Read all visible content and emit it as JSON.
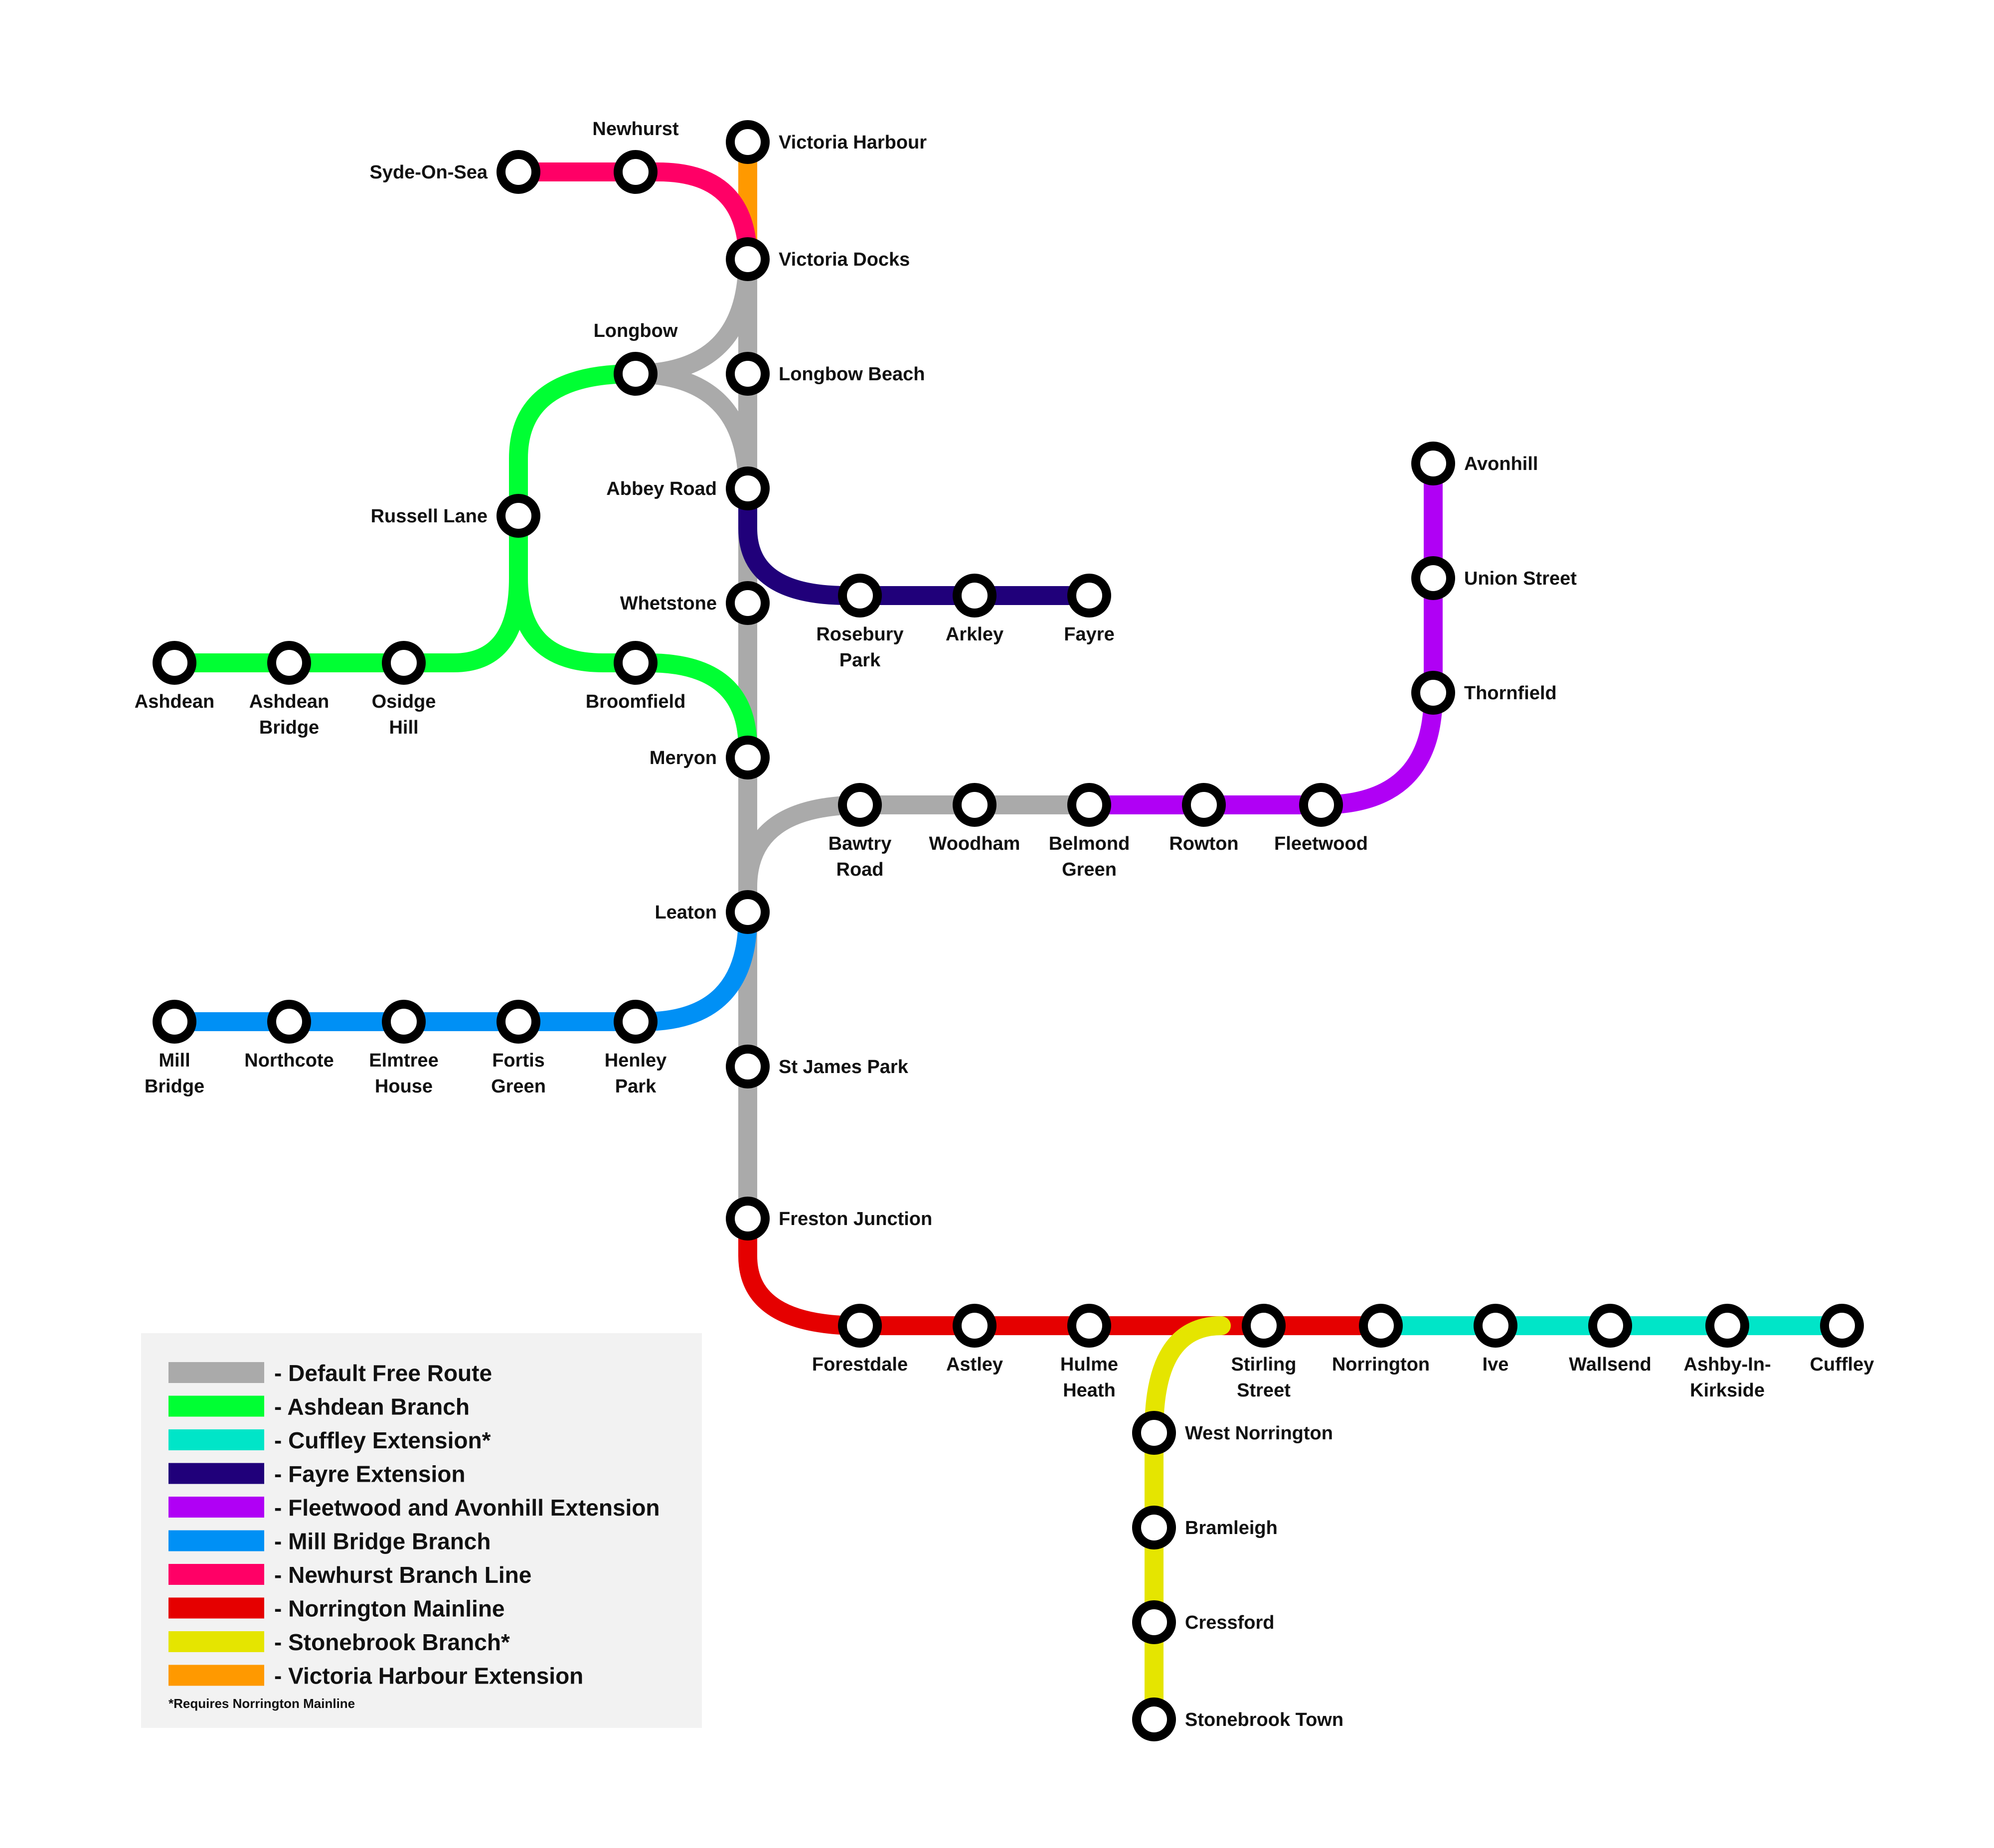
{
  "lines": [
    {
      "id": "default",
      "name": "- Default Free Route",
      "color": "#aaaaaa"
    },
    {
      "id": "ashdean",
      "name": "- Ashdean Branch",
      "color": "#00ff33"
    },
    {
      "id": "cuffley",
      "name": "- Cuffley Extension*",
      "color": "#00e5c8"
    },
    {
      "id": "fayre",
      "name": "- Fayre Extension",
      "color": "#20007a"
    },
    {
      "id": "fleetwood",
      "name": "- Fleetwood and Avonhill Extension",
      "color": "#b000f5"
    },
    {
      "id": "millbridge",
      "name": "- Mill Bridge Branch",
      "color": "#0090f5"
    },
    {
      "id": "newhurst",
      "name": "- Newhurst Branch Line",
      "color": "#ff0066"
    },
    {
      "id": "norrington",
      "name": "- Norrington Mainline",
      "color": "#e50000"
    },
    {
      "id": "stonebrook",
      "name": "- Stonebrook Branch*",
      "color": "#e5e500"
    },
    {
      "id": "victoria",
      "name": "- Victoria Harbour Extension",
      "color": "#ff9900"
    }
  ],
  "legend_note": "*Requires Norrington Mainline",
  "stations": {
    "syde_on_sea": [
      "Syde-On-Sea"
    ],
    "newhurst": [
      "Newhurst"
    ],
    "victoria_harbour": [
      "Victoria Harbour"
    ],
    "victoria_docks": [
      "Victoria Docks"
    ],
    "longbow": [
      "Longbow"
    ],
    "longbow_beach": [
      "Longbow Beach"
    ],
    "russell_lane": [
      "Russell Lane"
    ],
    "abbey_road": [
      "Abbey Road"
    ],
    "whetstone": [
      "Whetstone"
    ],
    "rosebury_park": [
      "Rosebury",
      "Park"
    ],
    "arkley": [
      "Arkley"
    ],
    "fayre": [
      "Fayre"
    ],
    "avonhill": [
      "Avonhill"
    ],
    "union_street": [
      "Union Street"
    ],
    "thornfield": [
      "Thornfield"
    ],
    "ashdean": [
      "Ashdean"
    ],
    "ashdean_bridge": [
      "Ashdean",
      "Bridge"
    ],
    "osidge_hill": [
      "Osidge",
      "Hill"
    ],
    "broomfield": [
      "Broomfield"
    ],
    "meryon": [
      "Meryon"
    ],
    "bawtry_road": [
      "Bawtry",
      "Road"
    ],
    "woodham": [
      "Woodham"
    ],
    "belmond_green": [
      "Belmond",
      "Green"
    ],
    "rowton": [
      "Rowton"
    ],
    "fleetwood": [
      "Fleetwood"
    ],
    "leaton": [
      "Leaton"
    ],
    "mill_bridge": [
      "Mill",
      "Bridge"
    ],
    "northcote": [
      "Northcote"
    ],
    "elmtree_house": [
      "Elmtree",
      "House"
    ],
    "fortis_green": [
      "Fortis",
      "Green"
    ],
    "henley_park": [
      "Henley",
      "Park"
    ],
    "st_james_park": [
      "St James Park"
    ],
    "freston_junction": [
      "Freston Junction"
    ],
    "forestdale": [
      "Forestdale"
    ],
    "astley": [
      "Astley"
    ],
    "hulme_heath": [
      "Hulme",
      "Heath"
    ],
    "stirling_street": [
      "Stirling",
      "Street"
    ],
    "norrington": [
      "Norrington"
    ],
    "ive": [
      "Ive"
    ],
    "wallsend": [
      "Wallsend"
    ],
    "ashby_in_kirkside": [
      "Ashby-In-",
      "Kirkside"
    ],
    "cuffley": [
      "Cuffley"
    ],
    "west_norrington": [
      "West Norrington"
    ],
    "bramleigh": [
      "Bramleigh"
    ],
    "cressford": [
      "Cressford"
    ],
    "stonebrook_town": [
      "Stonebrook Town"
    ]
  }
}
